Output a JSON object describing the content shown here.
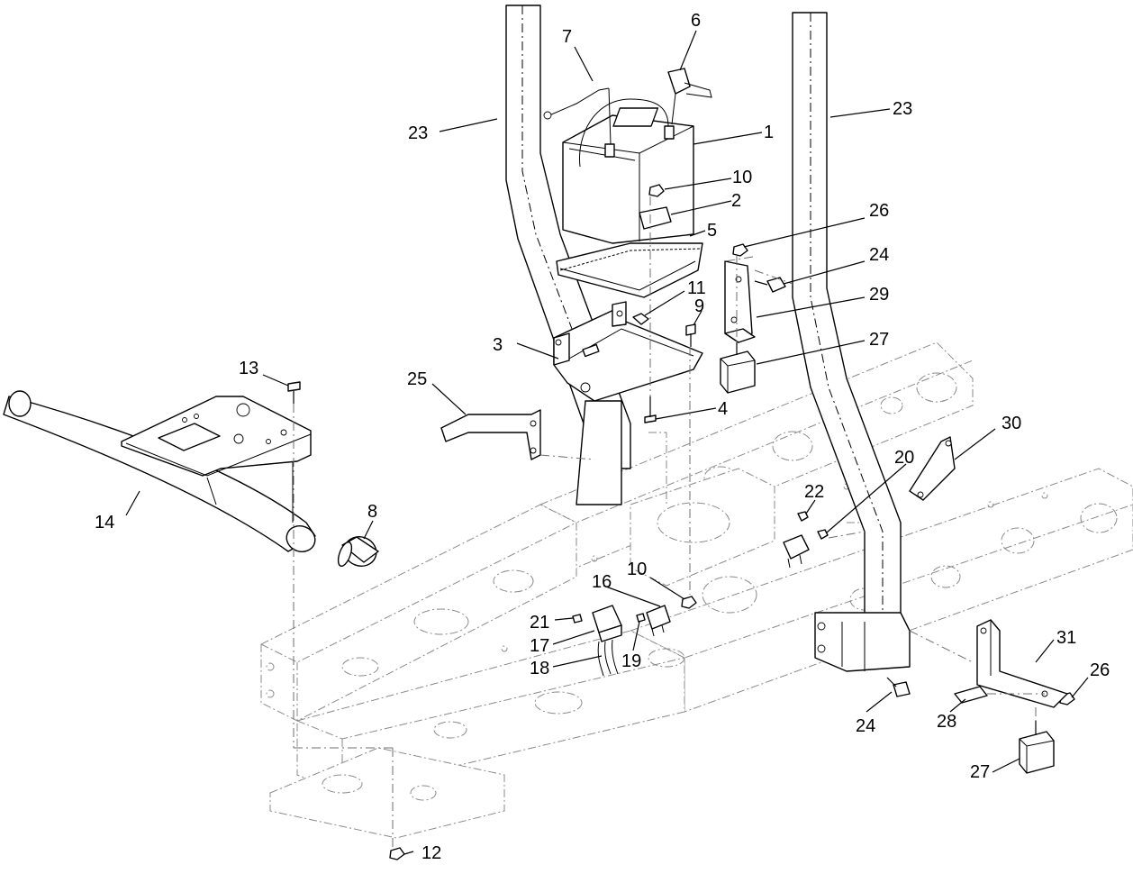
{
  "callouts": {
    "c1": "1",
    "c2": "2",
    "c3": "3",
    "c4": "4",
    "c5": "5",
    "c6": "6",
    "c7": "7",
    "c8": "8",
    "c9": "9",
    "c10a": "10",
    "c10b": "10",
    "c11": "11",
    "c12": "12",
    "c13": "13",
    "c14": "14",
    "c16": "16",
    "c17": "17",
    "c18": "18",
    "c19": "19",
    "c20": "20",
    "c21": "21",
    "c22": "22",
    "c23a": "23",
    "c23b": "23",
    "c24a": "24",
    "c24b": "24",
    "c25": "25",
    "c26a": "26",
    "c26b": "26",
    "c27a": "27",
    "c27b": "27",
    "c28": "28",
    "c29": "29",
    "c30": "30",
    "c31": "31"
  }
}
